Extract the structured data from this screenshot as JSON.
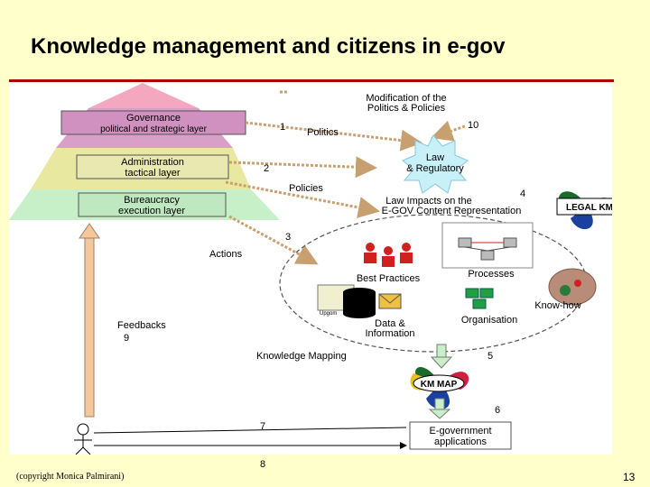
{
  "title": "Knowledge management and citizens in e-gov",
  "footer": {
    "copyright": "(copyright Monica Palmirani)",
    "page_number": "13"
  },
  "colors": {
    "background": "#ffffcc",
    "title_rule": "#b00000",
    "governance_band": "#d8a0c8",
    "administration_band": "#e8e8a0",
    "bureaucracy_band": "#c8f0c8",
    "pyramid_top": "#f4a8c0",
    "feedback_arrow": "#f4c89c",
    "star": "#c8f0f8"
  },
  "layers": {
    "governance": {
      "line1": "Governance",
      "line2": "political and strategic layer"
    },
    "administration": {
      "line1": "Administration",
      "line2": "tactical layer"
    },
    "bureaucracy": {
      "line1": "Bureaucracy",
      "line2": "execution layer"
    }
  },
  "labels": {
    "modification_line1": "Modification of the",
    "modification_line2": "Politics & Policies",
    "politics": "Politics",
    "policies": "Policies",
    "actions": "Actions",
    "law_line1": "Law",
    "law_line2": "& Regulatory",
    "law_impacts_line1": "Law Impacts on the",
    "law_impacts_line2": "E-GOV Content Representation",
    "legal_km": "LEGAL KM",
    "best_practices": "Best Practices",
    "processes": "Processes",
    "know_how": "Know-how",
    "data_line1": "Data &",
    "data_line2": "Information",
    "organisation": "Organisation",
    "upgom": "Upgom",
    "feedbacks": "Feedbacks",
    "feedbacks_number": "9",
    "knowledge_mapping": "Knowledge Mapping",
    "km_map": "KM MAP",
    "egov_line1": "E-government",
    "egov_line2": "applications"
  },
  "step_numbers": {
    "n1": "1",
    "n2": "2",
    "n3": "3",
    "n4": "4",
    "n5": "5",
    "n6": "6",
    "n7": "7",
    "n8": "8",
    "n10": "10"
  }
}
